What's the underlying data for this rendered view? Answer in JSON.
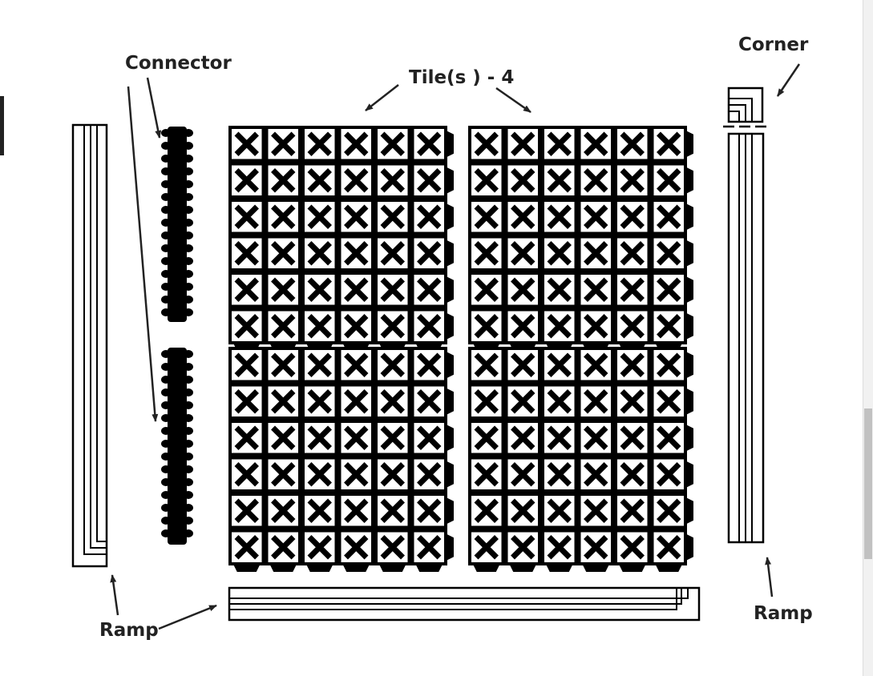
{
  "labels": {
    "connector": "Connector",
    "tiles": "Tile(s ) - 4",
    "corner": "Corner",
    "ramp_left": "Ramp",
    "ramp_right": "Ramp"
  },
  "colors": {
    "ink": "#000000",
    "label": "#222222",
    "background": "#ffffff"
  }
}
